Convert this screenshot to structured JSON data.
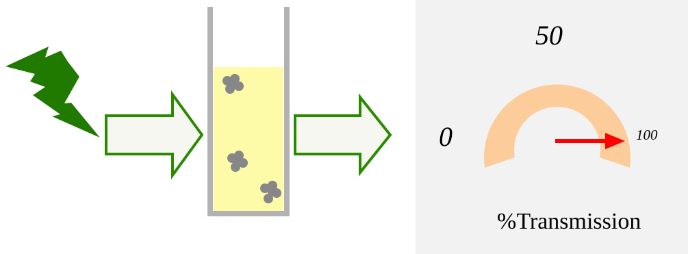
{
  "meter": {
    "label_low": "0",
    "label_mid": "50",
    "label_high": "100",
    "caption": "%Transmission",
    "needle_value": 100
  },
  "colors": {
    "bolt": "#217a00",
    "arrow_outline": "#2a8a00",
    "arrow_fill": "#f7f7f2",
    "cuvette_wall": "#b2b2b2",
    "solution": "#fdfaa8",
    "particle": "#878787",
    "meter_panel": "#f2f2f2",
    "gauge_arc": "#fdcc9b",
    "needle": "#ff0000"
  },
  "icons": [
    "lightning-bolt-icon",
    "right-arrow-icon",
    "cuvette-icon",
    "particle-icon",
    "gauge-icon"
  ]
}
